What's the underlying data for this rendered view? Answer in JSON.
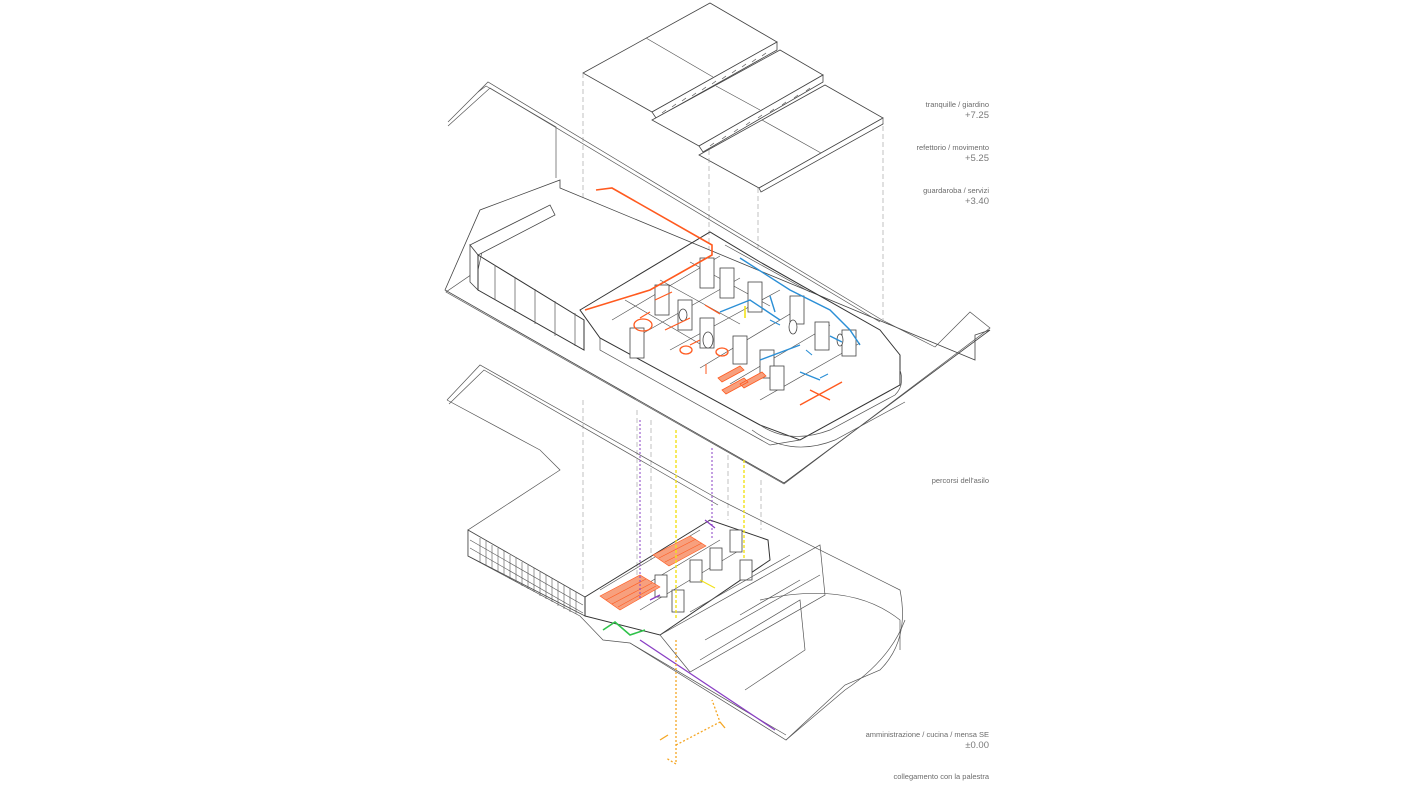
{
  "labels": {
    "level3_name": "tranquille / giardino",
    "level3_elev": "+7.25",
    "level2_name": "refettorio / movimento",
    "level2_elev": "+5.25",
    "level1_name": "guardaroba / servizi",
    "level1_elev": "+3.40",
    "paths_name": "percorsi dell'asilo",
    "ground_name": "amministrazione / cucina / mensa SE",
    "ground_elev": "±0.00",
    "gym_name": "collegamento con la palestra"
  },
  "colors": {
    "line": "#444444",
    "path_orange": "#ff5a1f",
    "path_blue": "#2b8fd6",
    "path_yellow": "#f2e21a",
    "path_purple": "#8a3fc4",
    "path_green": "#2fc24a",
    "path_amber": "#f5a623",
    "floor_fill": "#f7a07e"
  }
}
